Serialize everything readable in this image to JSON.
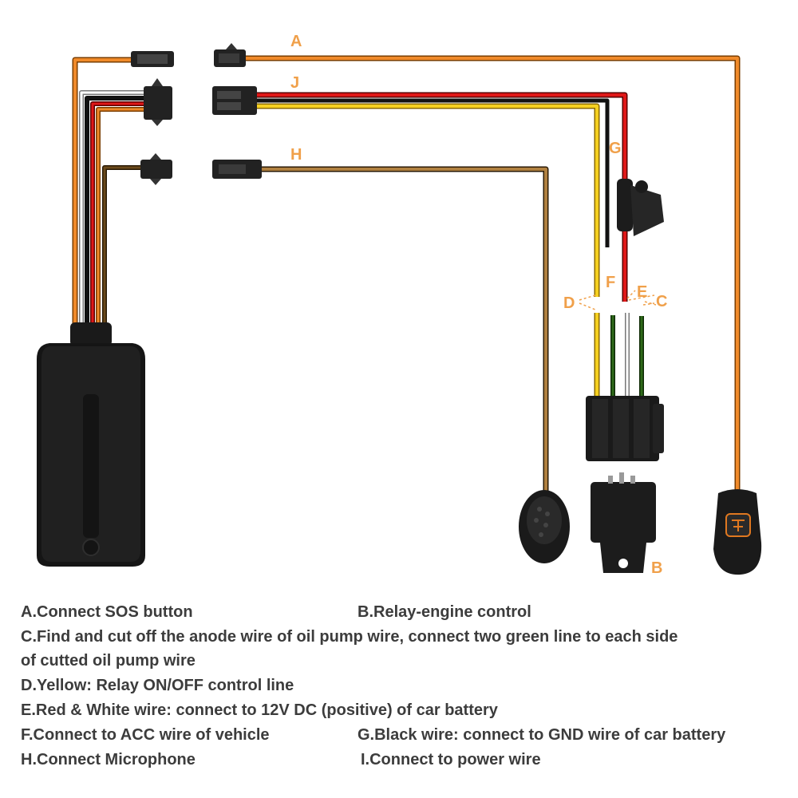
{
  "labels": {
    "a": "A",
    "j": "J",
    "h": "H",
    "g": "G",
    "f": "F",
    "d": "D",
    "e": "E",
    "c": "C",
    "b": "B"
  },
  "legend": {
    "a": "A.Connect SOS button",
    "b": "B.Relay-engine control",
    "c1": "C.Find and cut off the anode wire of oil pump wire, connect two green line to each side",
    "c2": "of cutted oil pump wire",
    "d": "D.Yellow: Relay ON/OFF control line",
    "e": "E.Red & White wire: connect to 12V DC (positive) of car battery",
    "f": "F.Connect to ACC wire of vehicle",
    "g": "G.Black wire: connect to GND wire of car battery",
    "h": "H.Connect Microphone",
    "i": "I.Connect to power wire"
  },
  "colors": {
    "orange_wire": "#f08a2a",
    "red_wire": "#e01818",
    "yellow_wire": "#f5d020",
    "black_wire": "#111111",
    "brown_wire": "#6b4a1c",
    "green_wire": "#2f6a1a",
    "label_orange": "#f0a04a",
    "text": "#3c3c3c",
    "device": "#1a1a1a"
  }
}
